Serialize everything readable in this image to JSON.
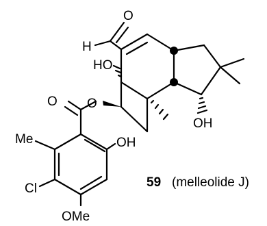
{
  "structure": {
    "atoms": {
      "oxygen_aldehyde": "O",
      "hydrogen_aldehyde": "H",
      "hydroxyl_ring": "HO",
      "oxygen_ester_carbonyl": "O",
      "oxygen_ester_link": "O",
      "hydroxyl_cyclopentane": "OH",
      "methyl_aryl": "Me",
      "hydroxyl_aryl": "OH",
      "chlorine": "Cl",
      "methoxy": "OMe"
    }
  },
  "caption": {
    "number": "59",
    "name": "(melleolide J)"
  }
}
